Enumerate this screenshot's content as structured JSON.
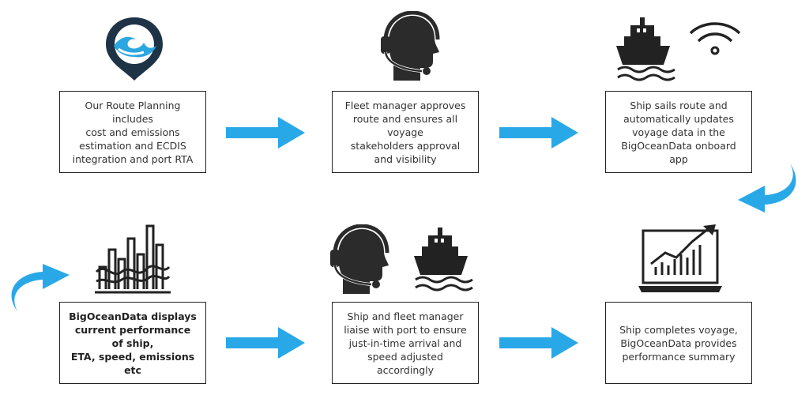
{
  "colors": {
    "arrow": "#29a8e8",
    "icon": "#222222",
    "logo_ring": "#1f3347",
    "logo_wave": "#2aa6e0"
  },
  "steps": [
    {
      "text": "Our Route Planning includes\ncost and emissions\nestimation and ECDIS\nintegration and port RTA",
      "icon": "bigoceandata-logo-icon"
    },
    {
      "text": "Fleet manager approves\nroute and ensures all voyage\nstakeholders approval\nand visibility",
      "icon": "headset-agent-icon"
    },
    {
      "text": "Ship sails route and\nautomatically updates\nvoyage data in the\nBigOceanData onboard app",
      "icon": "ship-wifi-icon"
    },
    {
      "text": "Ship completes voyage,\nBigOceanData provides\nperformance summary",
      "icon": "laptop-chart-icon"
    },
    {
      "text": "Ship and fleet manager\nliaise with port to ensure\njust-in-time arrival and\nspeed adjusted accordingly",
      "icon": "headset-ship-icon"
    },
    {
      "text": "BigOceanData displays\ncurrent performance of ship,\nETA, speed, emissions\netc",
      "icon": "performance-bars-icon"
    }
  ]
}
